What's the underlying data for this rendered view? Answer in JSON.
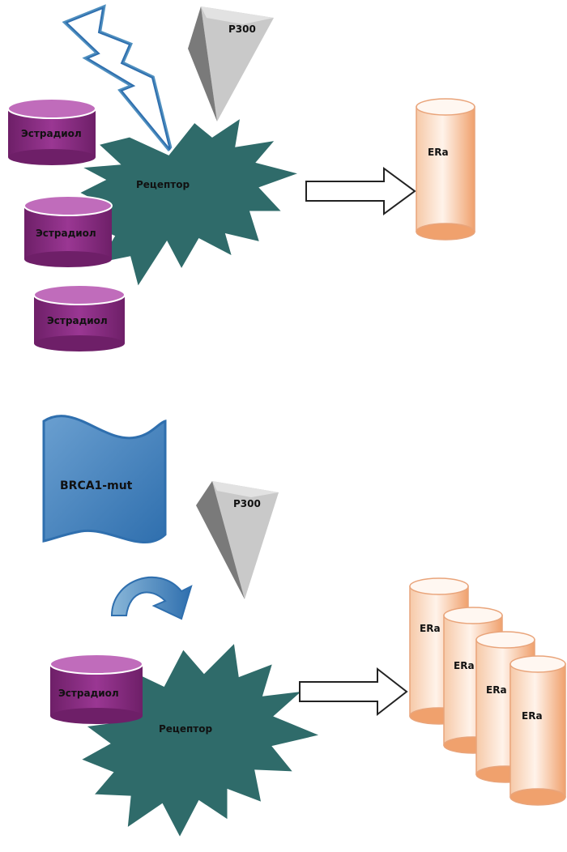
{
  "top": {
    "estradiol_labels": [
      "Эстрадиол",
      "Эстрадиол",
      "Эстрадиол"
    ],
    "p300_label": "P300",
    "receptor_label": "Рецептор",
    "era_label": "ERa"
  },
  "bottom": {
    "brca1_label": "BRCA1-mut",
    "p300_label": "P300",
    "estradiol_label": "Эстрадиол",
    "receptor_label": "Рецептор",
    "era_labels": [
      "ERa",
      "ERa",
      "ERa",
      "ERa"
    ]
  },
  "colors": {
    "estradiol_fill": "#8e2e87",
    "estradiol_top": "#c06cbb",
    "receptor_fill": "#2f6b6a",
    "era_fill": "#f3b184",
    "era_top": "#fde6d6",
    "p300_fill": "#a7a7a7",
    "brca1_fill": "#2f6fae",
    "lightning_stroke": "#4f8fbf"
  }
}
